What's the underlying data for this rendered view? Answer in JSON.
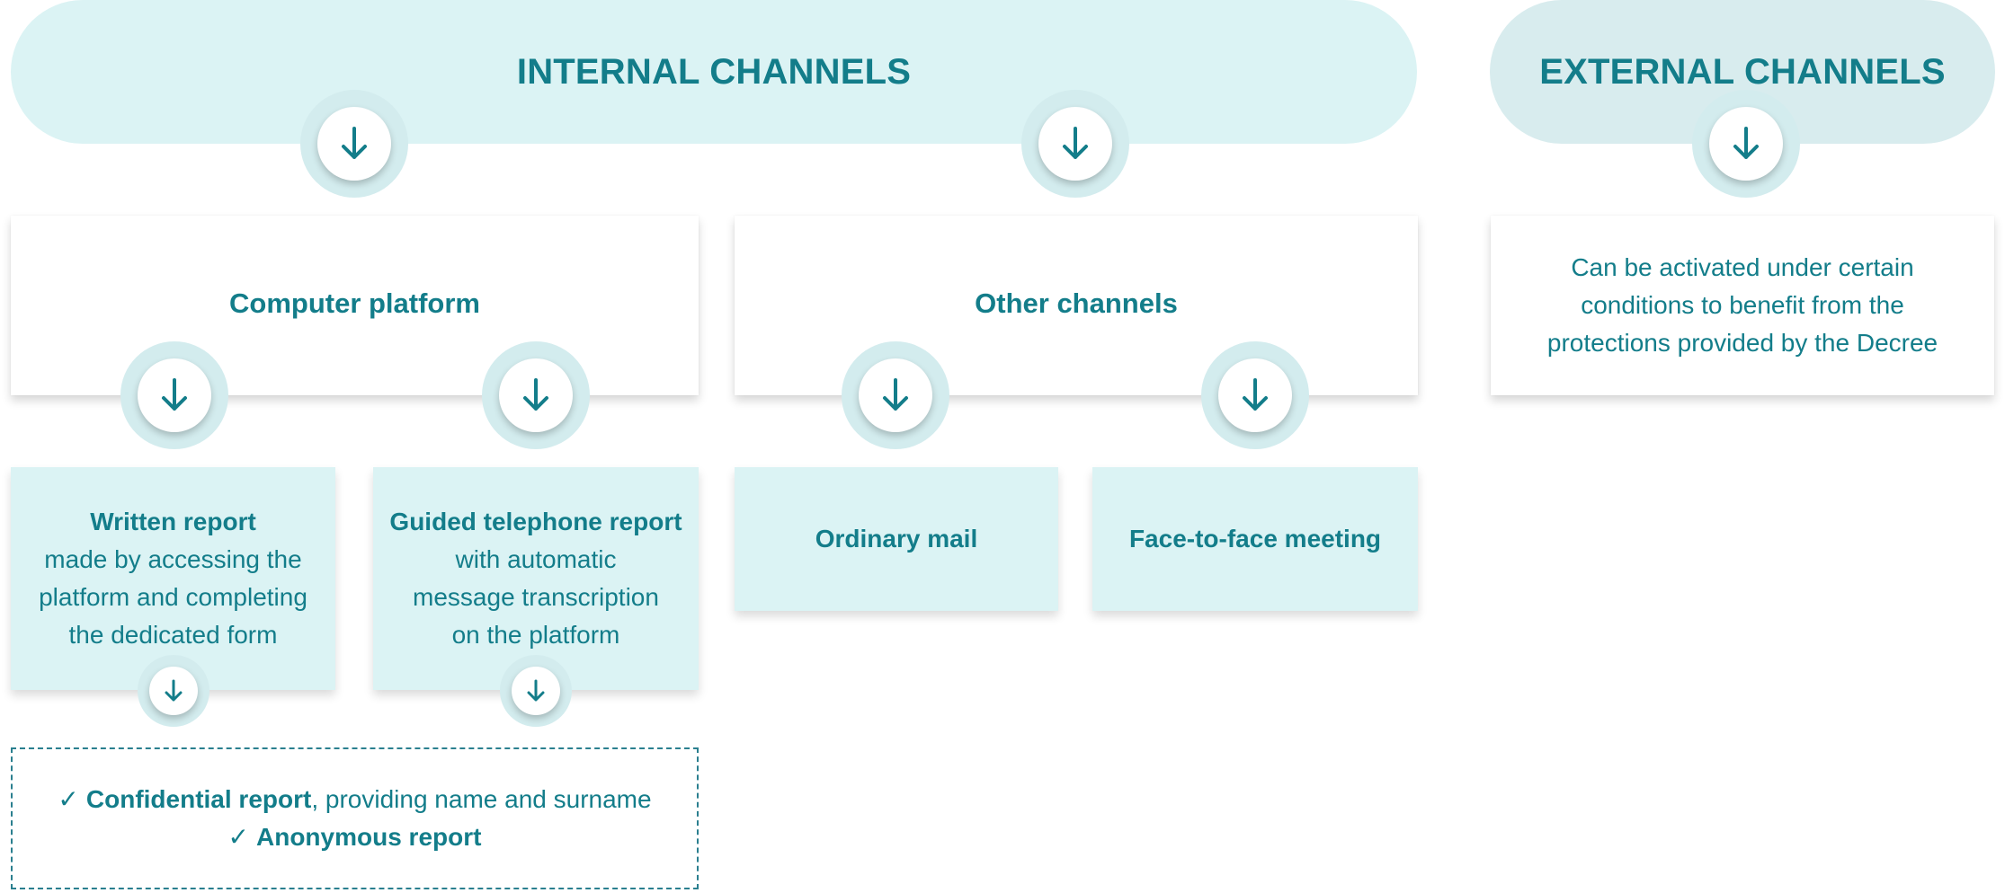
{
  "header": {
    "internal_title": "INTERNAL CHANNELS",
    "external_title": "EXTERNAL CHANNELS"
  },
  "internal": {
    "computer_platform": "Computer platform",
    "other_channels": "Other channels",
    "written_report": {
      "title": "Written report",
      "line1": "made by accessing the",
      "line2": "platform and completing",
      "line3": "the dedicated form"
    },
    "telephone_report": {
      "title": "Guided telephone report",
      "line1": "with automatic",
      "line2": "message transcription",
      "line3": "on the platform"
    },
    "ordinary_mail": "Ordinary mail",
    "face_to_face": "Face-to-face meeting"
  },
  "external": {
    "line1": "Can be activated under certain",
    "line2": "conditions to benefit from the",
    "line3": "protections provided by the Decree"
  },
  "report_types": {
    "confidential_bold": "Confidential report",
    "confidential_rest": ", providing name and surname",
    "anonymous_bold": "Anonymous report",
    "check_symbol": "✓"
  },
  "colors": {
    "accent": "#137d8a",
    "light_teal": "#dbf3f4",
    "node_ring": "#d3ecee"
  },
  "icons": {
    "arrow": "arrow-down-icon",
    "check": "check-icon"
  }
}
